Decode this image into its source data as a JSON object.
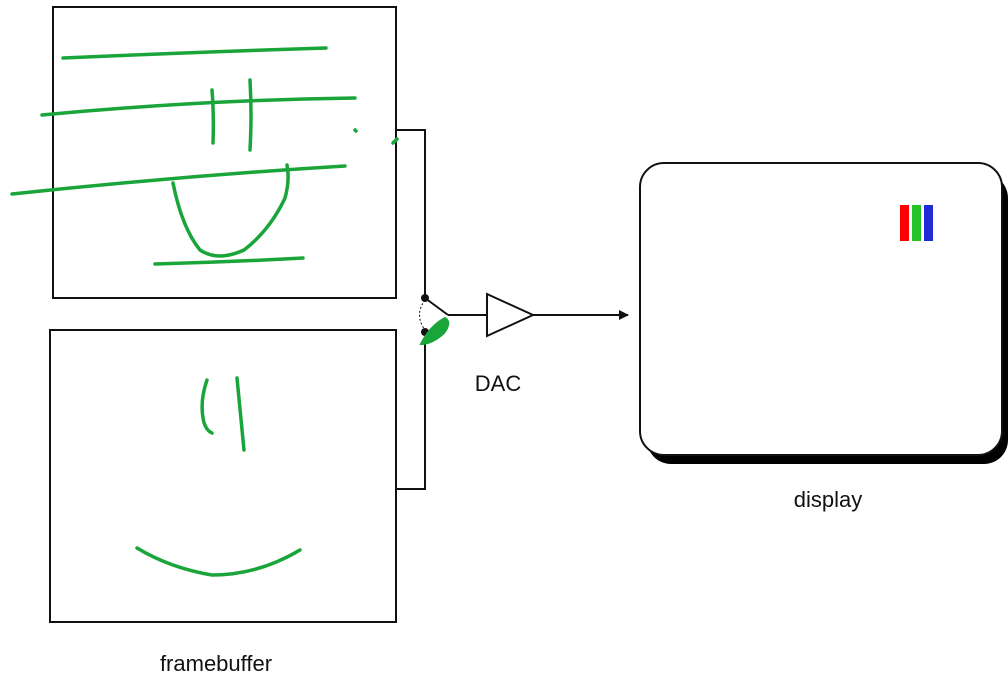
{
  "labels": {
    "framebuffer": "framebuffer",
    "dac": "DAC",
    "display": "display"
  },
  "colors": {
    "annotation_green": "#1aa53a",
    "rgb_red": "#ff0000",
    "rgb_green": "#22c32a",
    "rgb_blue": "#1f2bd8",
    "stroke": "#111111",
    "display_shadow": "#000000"
  },
  "icons": {
    "rgb_pixel": "rgb-stripes-icon",
    "dac": "buffer-triangle-icon"
  }
}
